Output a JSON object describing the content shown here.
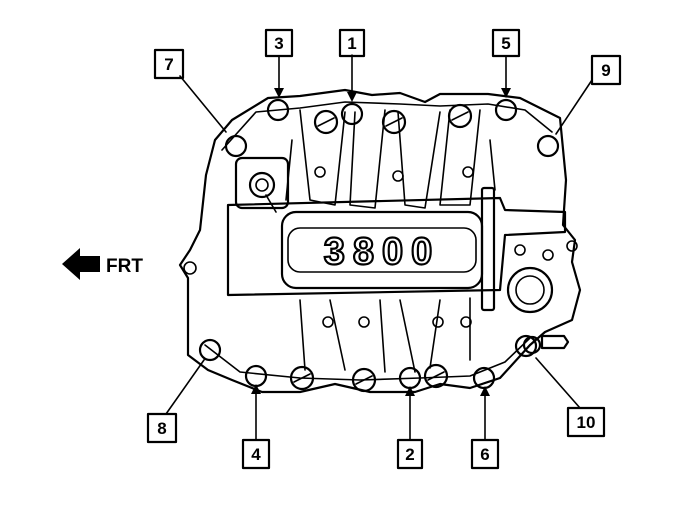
{
  "diagram": {
    "direction_label": "FRT",
    "engine_badge": "3800",
    "callouts": [
      {
        "id": "c1",
        "label": "1"
      },
      {
        "id": "c2",
        "label": "2"
      },
      {
        "id": "c3",
        "label": "3"
      },
      {
        "id": "c4",
        "label": "4"
      },
      {
        "id": "c5",
        "label": "5"
      },
      {
        "id": "c6",
        "label": "6"
      },
      {
        "id": "c7",
        "label": "7"
      },
      {
        "id": "c8",
        "label": "8"
      },
      {
        "id": "c9",
        "label": "9"
      },
      {
        "id": "c10",
        "label": "10"
      }
    ]
  }
}
